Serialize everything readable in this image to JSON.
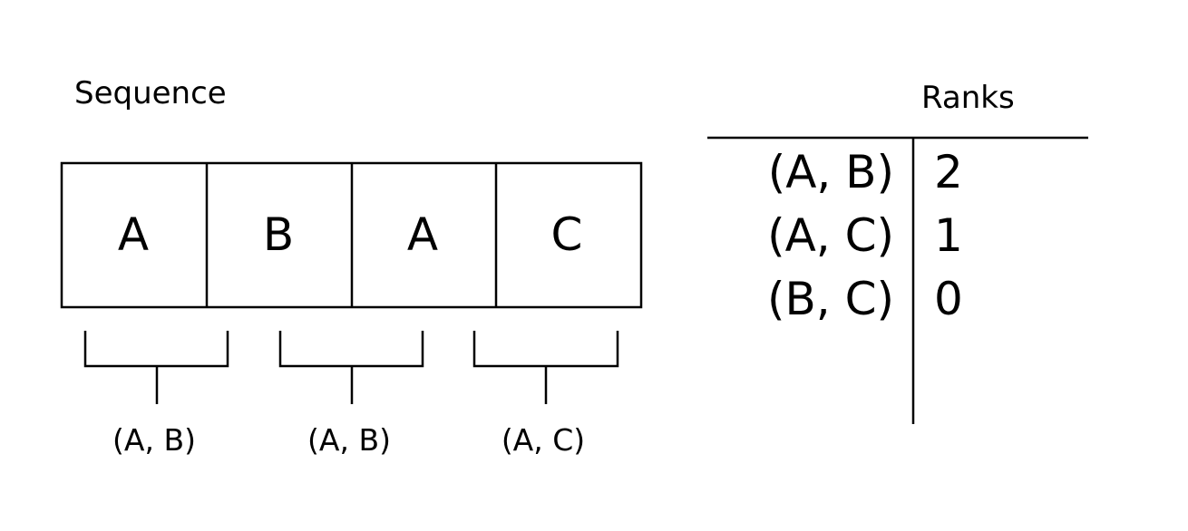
{
  "sequence": {
    "title": "Sequence",
    "cells": [
      "A",
      "B",
      "A",
      "C"
    ],
    "pairs": [
      "(A, B)",
      "(A, B)",
      "(A, C)"
    ]
  },
  "ranks": {
    "title": "Ranks",
    "rows": [
      {
        "pair": "(A, B)",
        "value": "2"
      },
      {
        "pair": "(A, C)",
        "value": "1"
      },
      {
        "pair": "(B, C)",
        "value": "0"
      }
    ]
  }
}
